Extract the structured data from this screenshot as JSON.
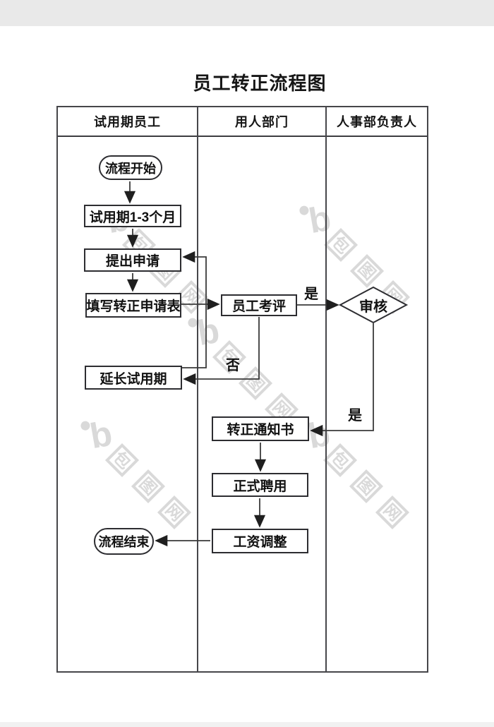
{
  "page": {
    "title": "员工转正流程图"
  },
  "lanes": [
    {
      "label": "试用期员工"
    },
    {
      "label": "用人部门"
    },
    {
      "label": "人事部负责人"
    }
  ],
  "nodes": {
    "start": {
      "type": "terminator",
      "label": "流程开始"
    },
    "probation": {
      "type": "process",
      "label": "试用期1-3个月"
    },
    "apply": {
      "type": "process",
      "label": "提出申请"
    },
    "fill_form": {
      "type": "process",
      "label": "填写转正申请表"
    },
    "extend": {
      "type": "process",
      "label": "延长试用期"
    },
    "evaluate": {
      "type": "process",
      "label": "员工考评"
    },
    "review": {
      "type": "decision",
      "label": "审核"
    },
    "notice": {
      "type": "process",
      "label": "转正通知书"
    },
    "hire": {
      "type": "process",
      "label": "正式聘用"
    },
    "salary": {
      "type": "process",
      "label": "工资调整"
    },
    "end": {
      "type": "terminator",
      "label": "流程结束"
    }
  },
  "edge_labels": {
    "yes_review": "是",
    "no_review": "否",
    "yes_notice": "是"
  },
  "edges": [
    {
      "from": "start",
      "to": "probation"
    },
    {
      "from": "probation",
      "to": "apply"
    },
    {
      "from": "apply",
      "to": "fill_form"
    },
    {
      "from": "fill_form",
      "to": "evaluate"
    },
    {
      "from": "evaluate",
      "to": "review",
      "label": "是"
    },
    {
      "from": "evaluate",
      "to": "extend",
      "label": "否"
    },
    {
      "from": "extend",
      "to": "apply"
    },
    {
      "from": "review",
      "to": "notice",
      "label": "是"
    },
    {
      "from": "notice",
      "to": "hire"
    },
    {
      "from": "hire",
      "to": "salary"
    },
    {
      "from": "salary",
      "to": "end"
    }
  ],
  "watermark": {
    "logo": "b",
    "brand": "包图网",
    "chars": [
      "包",
      "图",
      "网"
    ],
    "color": "#d9d9d9"
  },
  "colors": {
    "top_band": "#e9e9e9",
    "table_border": "#46464a",
    "node_border": "#2d2d31",
    "connector": "#3a3a3a",
    "text": "#111111"
  }
}
